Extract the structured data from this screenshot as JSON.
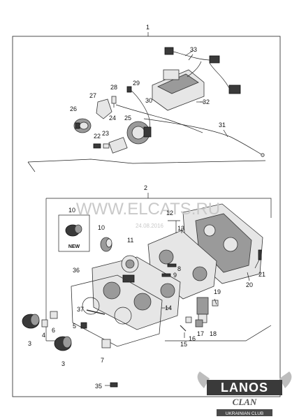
{
  "watermark": {
    "site": "WWW.ELCATS.RU",
    "date": "24.08.2016"
  },
  "new_badge": "NEW",
  "callouts": {
    "c1": "1",
    "c2": "2",
    "c3a": "3",
    "c3b": "3",
    "c4": "4",
    "c5": "5",
    "c6": "6",
    "c7": "7",
    "c8": "8",
    "c9": "9",
    "c10a": "10",
    "c10b": "10",
    "c11": "11",
    "c12": "12",
    "c13": "13",
    "c14": "14",
    "c15": "15",
    "c16": "16",
    "c17": "17",
    "c18": "18",
    "c19": "19",
    "c20": "20",
    "c21": "21",
    "c22": "22",
    "c23": "23",
    "c24": "24",
    "c25": "25",
    "c26": "26",
    "c27": "27",
    "c28": "28",
    "c29": "29",
    "c30": "30",
    "c31": "31",
    "c32": "32",
    "c33": "33",
    "c35": "35",
    "c36": "36",
    "c37": "37"
  },
  "logo": {
    "brand": "LANOS",
    "sub": "CLAN",
    "tagline": "UKRAINIAN CLUB"
  }
}
